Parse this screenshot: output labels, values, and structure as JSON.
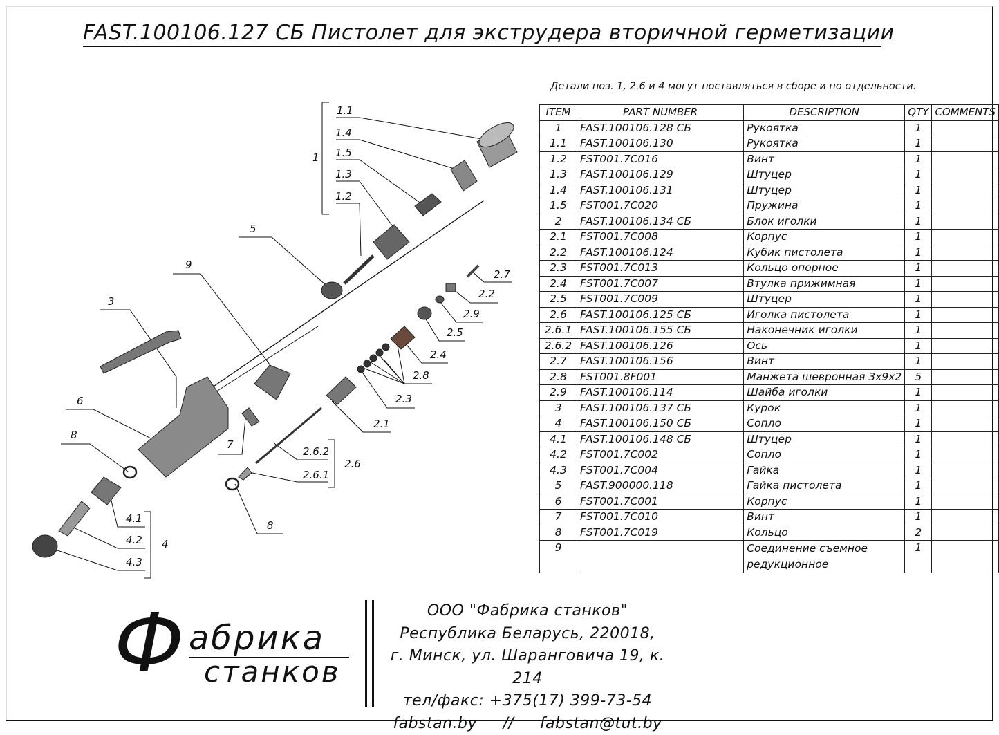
{
  "title": "FAST.100106.127 СБ Пистолет для экструдера вторичной герметизации",
  "note": "Детали поз. 1, 2.6 и 4 могут поставляться в сборе и по отдельности.",
  "bom": {
    "headers": [
      "ITEM",
      "PART NUMBER",
      "DESCRIPTION",
      "QTY",
      "COMMENTS"
    ],
    "rows": [
      [
        "1",
        "FAST.100106.128 СБ",
        "Рукоятка",
        "1",
        ""
      ],
      [
        "1.1",
        "FAST.100106.130",
        "Рукоятка",
        "1",
        ""
      ],
      [
        "1.2",
        "FST001.7C016",
        "Винт",
        "1",
        ""
      ],
      [
        "1.3",
        "FAST.100106.129",
        "Штуцер",
        "1",
        ""
      ],
      [
        "1.4",
        "FAST.100106.131",
        "Штуцер",
        "1",
        ""
      ],
      [
        "1.5",
        "FST001.7C020",
        "Пружина",
        "1",
        ""
      ],
      [
        "2",
        "FAST.100106.134 СБ",
        "Блок иголки",
        "1",
        ""
      ],
      [
        "2.1",
        "FST001.7C008",
        "Корпус",
        "1",
        ""
      ],
      [
        "2.2",
        "FAST.100106.124",
        "Кубик пистолета",
        "1",
        ""
      ],
      [
        "2.3",
        "FST001.7C013",
        "Кольцо опорное",
        "1",
        ""
      ],
      [
        "2.4",
        "FST001.7C007",
        "Втулка прижимная",
        "1",
        ""
      ],
      [
        "2.5",
        "FST001.7C009",
        "Штуцер",
        "1",
        ""
      ],
      [
        "2.6",
        "FAST.100106.125 СБ",
        "Иголка пистолета",
        "1",
        ""
      ],
      [
        "2.6.1",
        "FAST.100106.155 СБ",
        "Наконечник иголки",
        "1",
        ""
      ],
      [
        "2.6.2",
        "FAST.100106.126",
        "Ось",
        "1",
        ""
      ],
      [
        "2.7",
        "FAST.100106.156",
        "Винт",
        "1",
        ""
      ],
      [
        "2.8",
        "FST001.8F001",
        "Манжета шевронная 3х9х2",
        "5",
        ""
      ],
      [
        "2.9",
        "FAST.100106.114",
        "Шайба иголки",
        "1",
        ""
      ],
      [
        "3",
        "FAST.100106.137 СБ",
        "Курок",
        "1",
        ""
      ],
      [
        "4",
        "FAST.100106.150 СБ",
        "Сопло",
        "1",
        ""
      ],
      [
        "4.1",
        "FAST.100106.148 СБ",
        "Штуцер",
        "1",
        ""
      ],
      [
        "4.2",
        "FST001.7C002",
        "Сопло",
        "1",
        ""
      ],
      [
        "4.3",
        "FST001.7C004",
        "Гайка",
        "1",
        ""
      ],
      [
        "5",
        "FAST.900000.118",
        "Гайка пистолета",
        "1",
        ""
      ],
      [
        "6",
        "FST001.7C001",
        "Корпус",
        "1",
        ""
      ],
      [
        "7",
        "FST001.7C010",
        "Винт",
        "1",
        ""
      ],
      [
        "8",
        "FST001.7C019",
        "Кольцо",
        "2",
        ""
      ],
      [
        "9",
        "",
        "Соединение съемное редукционное",
        "1",
        ""
      ]
    ]
  },
  "callouts": {
    "c1_1": "1.1",
    "c1_4": "1.4",
    "c1_5": "1.5",
    "c1_3": "1.3",
    "c1_2": "1.2",
    "c1": "1",
    "c5": "5",
    "c9": "9",
    "c3": "3",
    "c2_7": "2.7",
    "c2_2": "2.2",
    "c2_9": "2.9",
    "c2_5": "2.5",
    "c2_4": "2.4",
    "c2_8": "2.8",
    "c2_3": "2.3",
    "c2_1": "2.1",
    "c6": "6",
    "c8a": "8",
    "c7": "7",
    "c2_6_2": "2.6.2",
    "c2_6_1": "2.6.1",
    "c2_6": "2.6",
    "c8b": "8",
    "c4_1": "4.1",
    "c4_2": "4.2",
    "c4_3": "4.3",
    "c4": "4"
  },
  "logo": {
    "big_letter": "Ф",
    "line1": "абрика",
    "line2": "станков"
  },
  "address": {
    "company": "ООО \"Фабрика станков\"",
    "country": "Республика Беларусь, 220018,",
    "street": "г. Минск, ул. Шаранговича 19, к. 214",
    "phone": "тел/факс: +375(17) 399-73-54",
    "web": "fabstan.by     //     fabstan@tut.by"
  }
}
